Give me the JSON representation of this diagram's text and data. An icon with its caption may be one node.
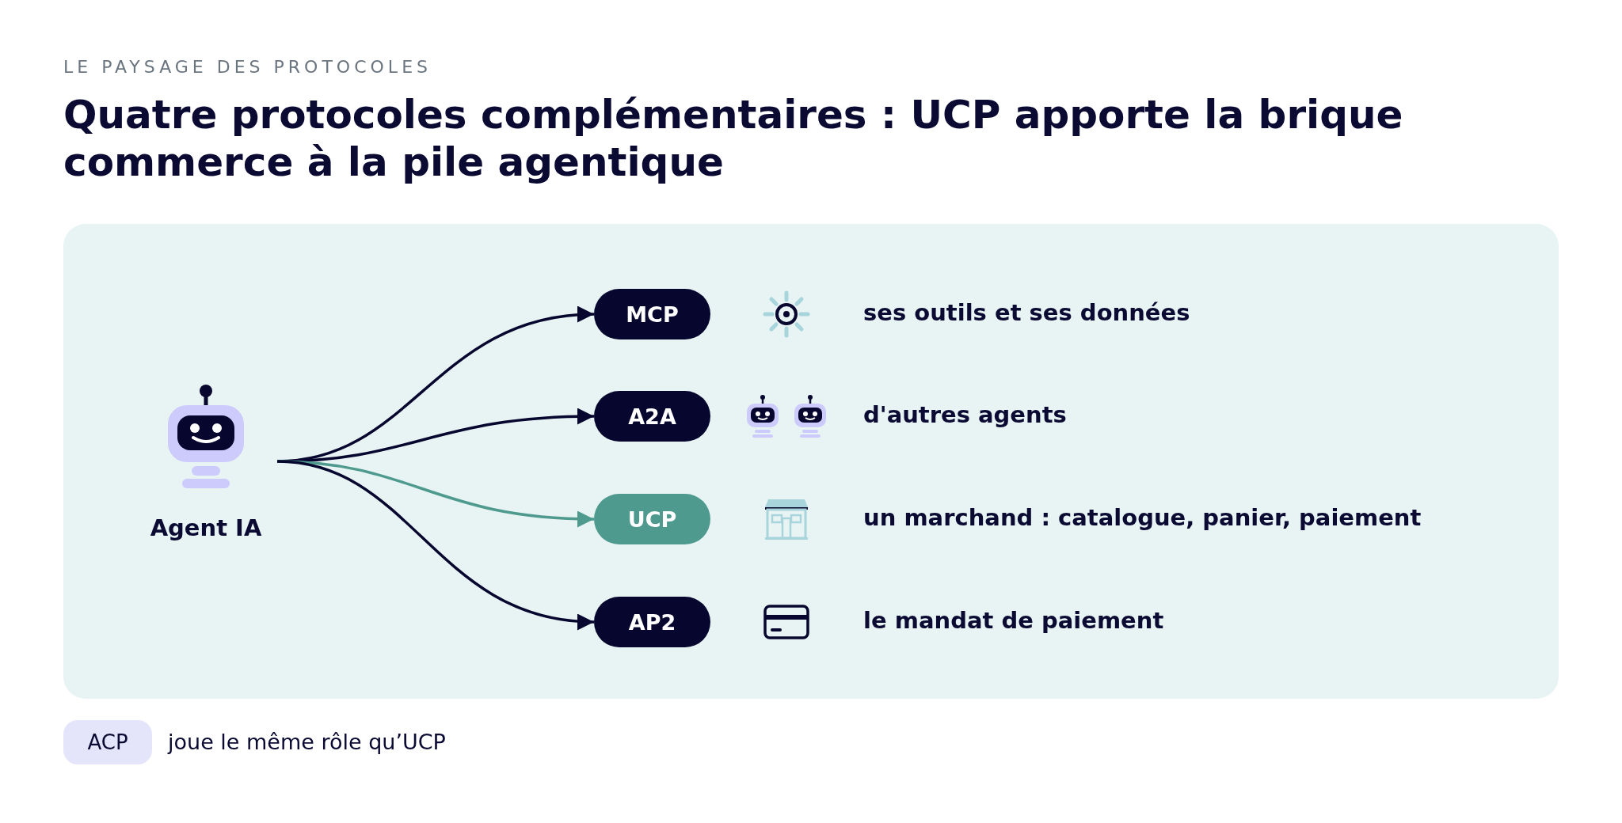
{
  "diagram": {
    "title": "Quatre protocoles complémentaires : UCP apporte la brique commerce à la pile agentique",
    "nodes": [
      {
        "text": [
          "Agent IA"
        ]
      },
      {
        "text": [
          "MCP"
        ]
      },
      {
        "text": [
          "A2A"
        ]
      },
      {
        "text": [
          "UCP"
        ]
      },
      {
        "text": [
          "AP2"
        ]
      },
      {
        "text": [
          "ACP"
        ],
        "beside": [
          "joue le même rôle qu’UCP"
        ]
      }
    ],
    "edges": [
      {
        "from": 0,
        "to": 1,
        "arrow": "to"
      },
      {
        "from": 0,
        "to": 2,
        "arrow": "to"
      },
      {
        "from": 0,
        "to": 3,
        "arrow": "to",
        "color": "#4f9a8e"
      },
      {
        "from": 0,
        "to": 4,
        "arrow": "to"
      }
    ],
    "labels": [
      "LE PAYSAGE DES PROTOCOLES",
      "ses outils et ses données",
      "d'autres agents",
      "un marchand : catalogue, panier, paiement",
      "le mandat de paiement"
    ]
  }
}
